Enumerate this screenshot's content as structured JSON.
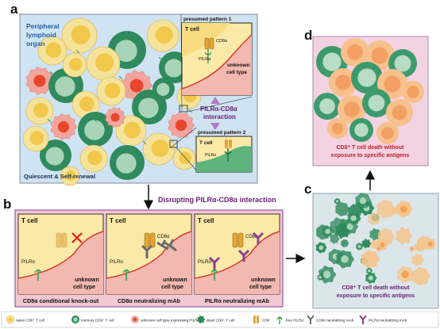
{
  "panels": {
    "a": {
      "letter": "a",
      "organ_title_1": "Peripheral",
      "organ_title_2": "lymphoid",
      "organ_title_3": "organ",
      "footer": "Quiescent & Self-renewal",
      "interaction_1": "PILRα-CD8α",
      "interaction_2": "interaction",
      "pattern1_title": "presumed pattern 1",
      "pattern2_title": "presumed pattern 2",
      "inset_tcell": "T cell",
      "inset_cd8": "CD8α",
      "inset_pilr": "PILRα",
      "inset_unknown_1": "unknown",
      "inset_unknown_2": "cell type"
    },
    "b": {
      "letter": "b",
      "arrow_label": "Disrupting PILRα-CD8α interaction",
      "subpanels": [
        {
          "tcell": "T cell",
          "cd8": "",
          "pilr": "PILRα",
          "unknown_1": "unknown",
          "unknown_2": "cell type",
          "caption": "CD8α conditional knock-out"
        },
        {
          "tcell": "T cell",
          "cd8": "CD8α",
          "pilr": "PILRα",
          "unknown_1": "unknown",
          "unknown_2": "cell type",
          "caption": "CD8α neutralizing mAb"
        },
        {
          "tcell": "T cell",
          "cd8": "CD8α",
          "pilr": "PILRα",
          "unknown_1": "unknown",
          "unknown_2": "cell type",
          "caption": "PILRα neutralizing mAb"
        }
      ]
    },
    "c": {
      "letter": "c",
      "caption_1": "CD8⁺ T cell death without",
      "caption_2": "exposure to specific antigens"
    },
    "d": {
      "letter": "d",
      "caption_1": "CD8⁺ T cell death without",
      "caption_2": "exposure to specific antigens"
    }
  },
  "legend": [
    {
      "icon": "naive-cd8-t-cell-icon",
      "label": "naive CD8⁺ T cell"
    },
    {
      "icon": "memory-cd8-t-cell-icon",
      "label": "memory CD8⁺ T cell"
    },
    {
      "icon": "unknown-cell-type-icon",
      "label": "unknown cell type expressing PILRα"
    },
    {
      "icon": "dead-cd8-t-cell-icon",
      "label": "dead CD8⁺ T cell"
    },
    {
      "icon": "cd8-icon",
      "label": "CD8"
    },
    {
      "icon": "free-pilra-icon",
      "label": "free PILRα"
    },
    {
      "icon": "cd8a-mab-icon",
      "label": "CD8α neutralizing mAb"
    },
    {
      "icon": "pilra-mab-icon",
      "label": "PILRα neutralizing mAb"
    }
  ],
  "colors": {
    "panel_a_bg": "#cfe3f2",
    "panel_b_bg": "#f3c8d2",
    "panel_c_bg": "#dbe6ea",
    "panel_d_bg": "#f3d2e2",
    "naive_fill": "#f5e39a",
    "naive_core": "#f2c84c",
    "memory_fill": "#2f8a5d",
    "memory_core": "#a8d4b8",
    "unknown_fill": "#f0a49c",
    "unknown_core": "#e8462c",
    "title_blue": "#1f5fa8",
    "title_purple": "#6a2178",
    "death_red": "#c0202b"
  }
}
